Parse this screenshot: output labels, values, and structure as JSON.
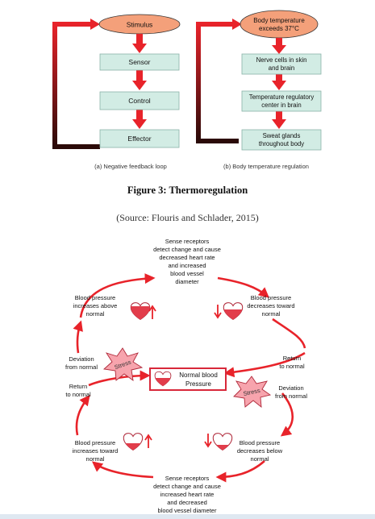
{
  "top_diagram": {
    "left": {
      "oval": "Stimulus",
      "boxes": [
        "Sensor",
        "Control",
        "Effector"
      ],
      "caption": "(a) Negative feedback loop"
    },
    "right": {
      "oval": [
        "Body temperature",
        "exceeds 37°C"
      ],
      "boxes": [
        [
          "Nerve cells in skin",
          "and brain"
        ],
        [
          "Temperature regulatory",
          "center in brain"
        ],
        [
          "Sweat glands",
          "throughout body"
        ]
      ],
      "caption": "(b) Body temperature regulation"
    }
  },
  "figure_caption": {
    "title": "Figure 3: Thermoregulation",
    "source": "(Source: Flouris and Schlader, 2015)"
  },
  "bottom_diagram": {
    "top_label": [
      "Sense receptors",
      "detect change and cause",
      "decreased heart rate",
      "and increased",
      "blood vessel",
      "diameter"
    ],
    "bottom_label": [
      "Sense receptors",
      "detect change and cause",
      "increased heart rate",
      "and decreased",
      "blood vessel diameter"
    ],
    "bp_inc_above": [
      "Blood pressure",
      "increases above",
      "normal"
    ],
    "bp_dec_toward": [
      "Blood pressure",
      "decreases toward",
      "normal"
    ],
    "bp_inc_toward": [
      "Blood pressure",
      "increases toward",
      "normal"
    ],
    "bp_dec_below": [
      "Blood pressure",
      "decreases below",
      "normal"
    ],
    "deviation_left": [
      "Deviation",
      "from normal"
    ],
    "deviation_right": [
      "Deviation",
      "from normal"
    ],
    "return_left": [
      "Return",
      "to normal"
    ],
    "return_right": [
      "Return",
      "to normal"
    ],
    "center": [
      "Normal blood",
      "Pressure"
    ],
    "stress_label": "Stress"
  },
  "colors": {
    "box_fill": "#d2ece4",
    "oval_fill": "#f4a07a",
    "arrow_red": "#e8232a",
    "loop_dark": "#2a0a08",
    "heart_fill": "#e23d4b",
    "center_border": "#d8283a",
    "star_fill": "#f7a4ad"
  }
}
